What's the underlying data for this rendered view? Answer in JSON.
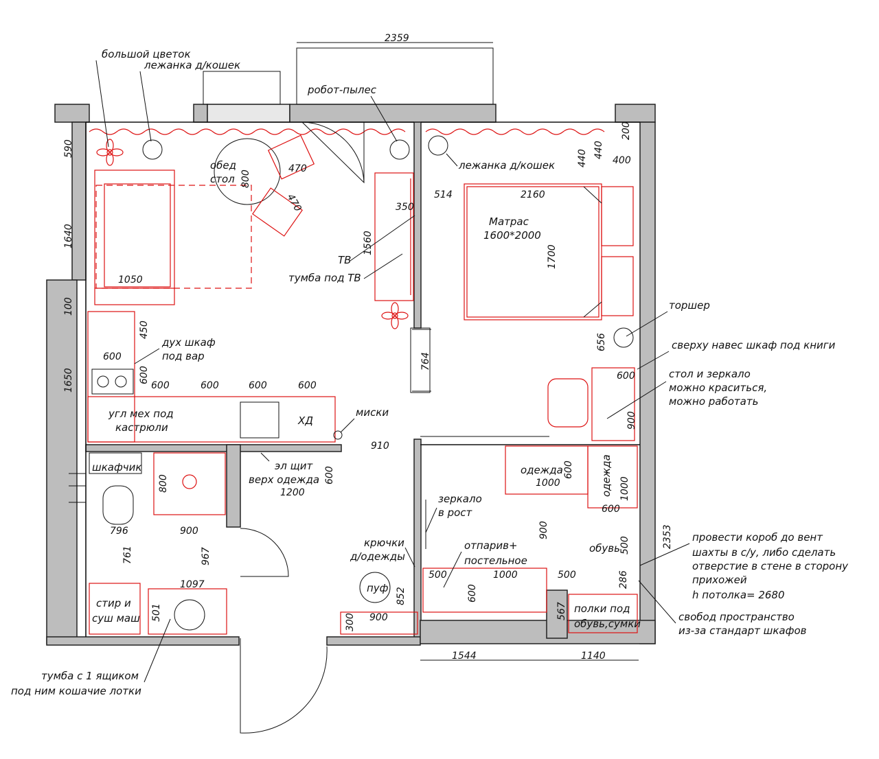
{
  "labels": {
    "big_flower": "большой цветок",
    "cat_bed_1": "лежанка д/кошек",
    "robot_vacuum": "робот-пылес",
    "dining_1": "обед",
    "dining_2": "стол",
    "cat_bed_2": "лежанка д/кошек",
    "mattress_1": "Матрас",
    "mattress_2": "1600*2000",
    "tv": "ТВ",
    "tv_stand": "тумба под ТВ",
    "floor_lamp": "торшер",
    "oven_1": "дух шкаф",
    "oven_2": "под вар",
    "corner_1": "угл мех под",
    "corner_2": "кастрюли",
    "fridge": "ХД",
    "bowls": "миски",
    "locker": "шкафчик",
    "panel_1": "эл щит",
    "panel_2": "верх одежда",
    "mirror_1": "зеркало",
    "mirror_2": "в рост",
    "clothes_1": "одежда",
    "clothes_2": "одежда",
    "shoes": "обувь",
    "hooks_1": "крючки",
    "hooks_2": "д/одежды",
    "steamer_1": "отпарив+",
    "steamer_2": "постельное",
    "pouf": "пуф",
    "washer_1": "стир и",
    "washer_2": "суш маш",
    "shelves_1": "полки под",
    "shelves_2": "обувь,сумки"
  },
  "notes": {
    "bookshelf": "сверху навес шкаф под книги",
    "desk_1": "стол и зеркало",
    "desk_2": "можно краситься,",
    "desk_3": "можно работать",
    "duct_1": "провести короб до вент",
    "duct_2": "шахты в с/у, либо сделать",
    "duct_3": "отверстие в стене в сторону",
    "duct_4": "прихожей",
    "ceiling": "h потолка= 2680",
    "space_1": "свобод пространство",
    "space_2": "из-за стандарт шкафов",
    "cabinet_1": "тумба с 1 ящиком",
    "cabinet_2": "под ним кошачие лотки"
  },
  "dims": {
    "d2359": "2359",
    "d590": "590",
    "d800": "800",
    "d470a": "470",
    "d470b": "470",
    "d1640": "1640",
    "d1050": "1050",
    "d100": "100",
    "d1560": "1560",
    "d350": "350",
    "d514": "514",
    "d2160": "2160",
    "d1700": "1700",
    "d200": "200",
    "d440a": "440",
    "d440b": "440",
    "d400": "400",
    "d450": "450",
    "d600a": "600",
    "d600b": "600",
    "d1650": "1650",
    "d600c": "600",
    "d600d": "600",
    "d600e": "600",
    "d600f": "600",
    "d764": "764",
    "d656": "656",
    "d600g": "600",
    "d900a": "900",
    "d910": "910",
    "d800b": "800",
    "d600h": "600",
    "d1200": "1200",
    "d1000a": "1000",
    "d600i": "600",
    "d1000b": "1000",
    "d600j": "600",
    "d900b": "900",
    "d500a": "500",
    "d2353": "2353",
    "d796": "796",
    "d900c": "900",
    "d761": "761",
    "d967": "967",
    "d1097": "1097",
    "d500b": "500",
    "d1000c": "1000",
    "d500c": "500",
    "d286": "286",
    "d600k": "600",
    "d852": "852",
    "d501": "501",
    "d900d": "900",
    "d300": "300",
    "d567": "567",
    "d1544": "1544",
    "d1140": "1140"
  }
}
